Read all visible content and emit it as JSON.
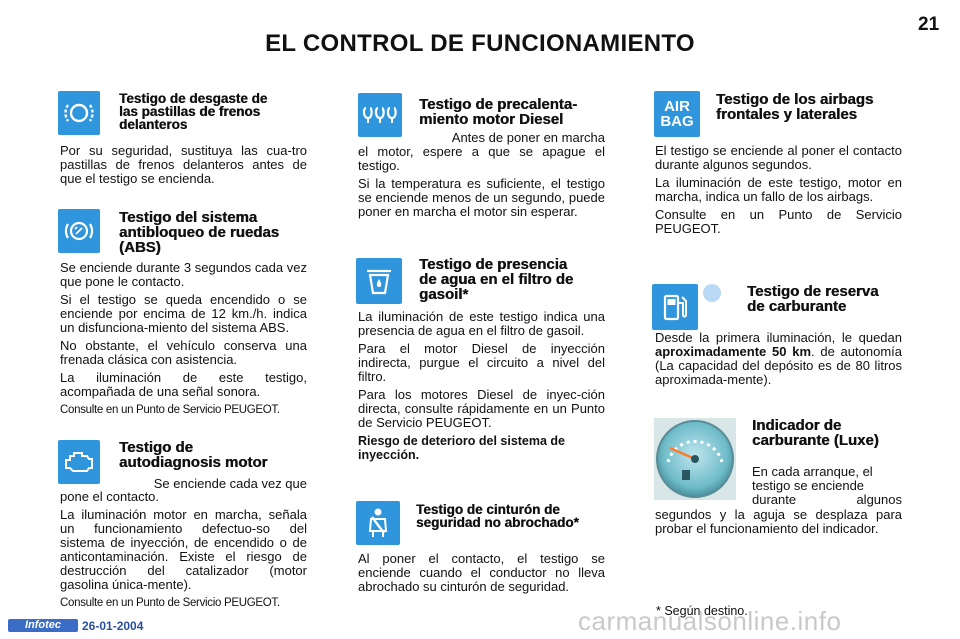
{
  "page": {
    "title": "EL CONTROL DE FUNCIONAMIENTO",
    "number": "21"
  },
  "col1": {
    "brake_pads": {
      "heading": [
        "Testigo de desgaste de",
        "las pastillas de frenos",
        "delanteros"
      ],
      "body": "Por su seguridad, sustituya las cua-tro pastillas de frenos delanteros antes de que el testigo se encienda."
    },
    "abs": {
      "heading": [
        "Testigo del sistema",
        "antibloqueo de ruedas",
        "(ABS)"
      ],
      "p1": "Se enciende durante 3 segundos cada vez que pone le contacto.",
      "p2": "Si el testigo se queda encendido o se enciende por encima de 12 km./h. indica un disfunciona-miento del sistema ABS.",
      "p3": "No obstante, el vehículo conserva una frenada clásica con asistencia.",
      "p4": "La iluminación de este testigo, acompañada de una señal sonora.",
      "p5": "Consulte en un Punto de Servicio PEUGEOT."
    },
    "diag": {
      "heading": [
        "Testigo de",
        "autodiagnosis motor"
      ],
      "lead": "Se enciende cada vez que",
      "lead2": "pone el contacto.",
      "p2": "La iluminación motor en marcha, señala un funcionamiento defectuo-so del sistema de inyección, de encendido o de anticontaminación. Existe el riesgo de destrucción del catalizador (motor gasolina única-mente).",
      "p3": "Consulte en un Punto de Servicio PEUGEOT."
    }
  },
  "col2": {
    "preheat": {
      "heading": [
        "Testigo de precalenta-",
        "miento motor Diesel"
      ],
      "lead": "Antes de poner en marcha",
      "lead2": "el motor, espere a que se apague el testigo.",
      "p2": "Si la temperatura es suficiente, el testigo se enciende menos de un segundo, puede poner en marcha el motor sin esperar."
    },
    "water": {
      "heading": [
        "Testigo de presencia",
        "de agua en el filtro de",
        "gasoil*"
      ],
      "p1": "La iluminación de este testigo indica una presencia de agua en el filtro de gasoil.",
      "p2": "Para el motor Diesel de inyección indirecta, purgue el circuito a nivel del filtro.",
      "p3": "Para los motores Diesel de inyec-ción directa, consulte rápidamente en un Punto de Servicio PEUGEOT.",
      "p4": "Riesgo de deterioro del sistema de inyección."
    },
    "belt": {
      "heading": [
        "Testigo de cinturón de",
        "seguridad no abrochado*"
      ],
      "p1": "Al poner el contacto, el testigo se enciende cuando el conductor no lleva abrochado su cinturón de seguridad."
    }
  },
  "col3": {
    "airbag": {
      "icon_text": [
        "AIR",
        "BAG"
      ],
      "heading": [
        "Testigo de los airbags",
        "frontales y laterales"
      ],
      "p1": "El testigo se enciende al poner el contacto durante algunos segundos.",
      "p2": "La iluminación de este testigo, motor en marcha, indica un fallo de los airbags.",
      "p3": "Consulte en un Punto de Servicio PEUGEOT."
    },
    "fuel_reserve": {
      "heading": [
        "Testigo de reserva",
        "de carburante"
      ],
      "p1a": "Desde la primera iluminación, le quedan",
      "p1b": "aproximadamente 50 km",
      "p1c": ". de autonomía (La capacidad del depósito es de 80 litros aproximada-mente)."
    },
    "fuel_gauge": {
      "heading": [
        "Indicador de",
        "carburante (Luxe)"
      ],
      "lead": [
        "En cada arranque, el",
        "testigo se enciende",
        "durante algunos"
      ],
      "p2": "segundos y la aguja se desplaza para probar el funcionamiento del indicador."
    },
    "footnote": "* Según destino."
  },
  "footer": {
    "brand": "Infotec",
    "date": "26-01-2004",
    "watermark": "carmanualsonline.info"
  },
  "colors": {
    "icon_blue": "#2f95dc",
    "brand_blue": "#3b6cc6"
  }
}
